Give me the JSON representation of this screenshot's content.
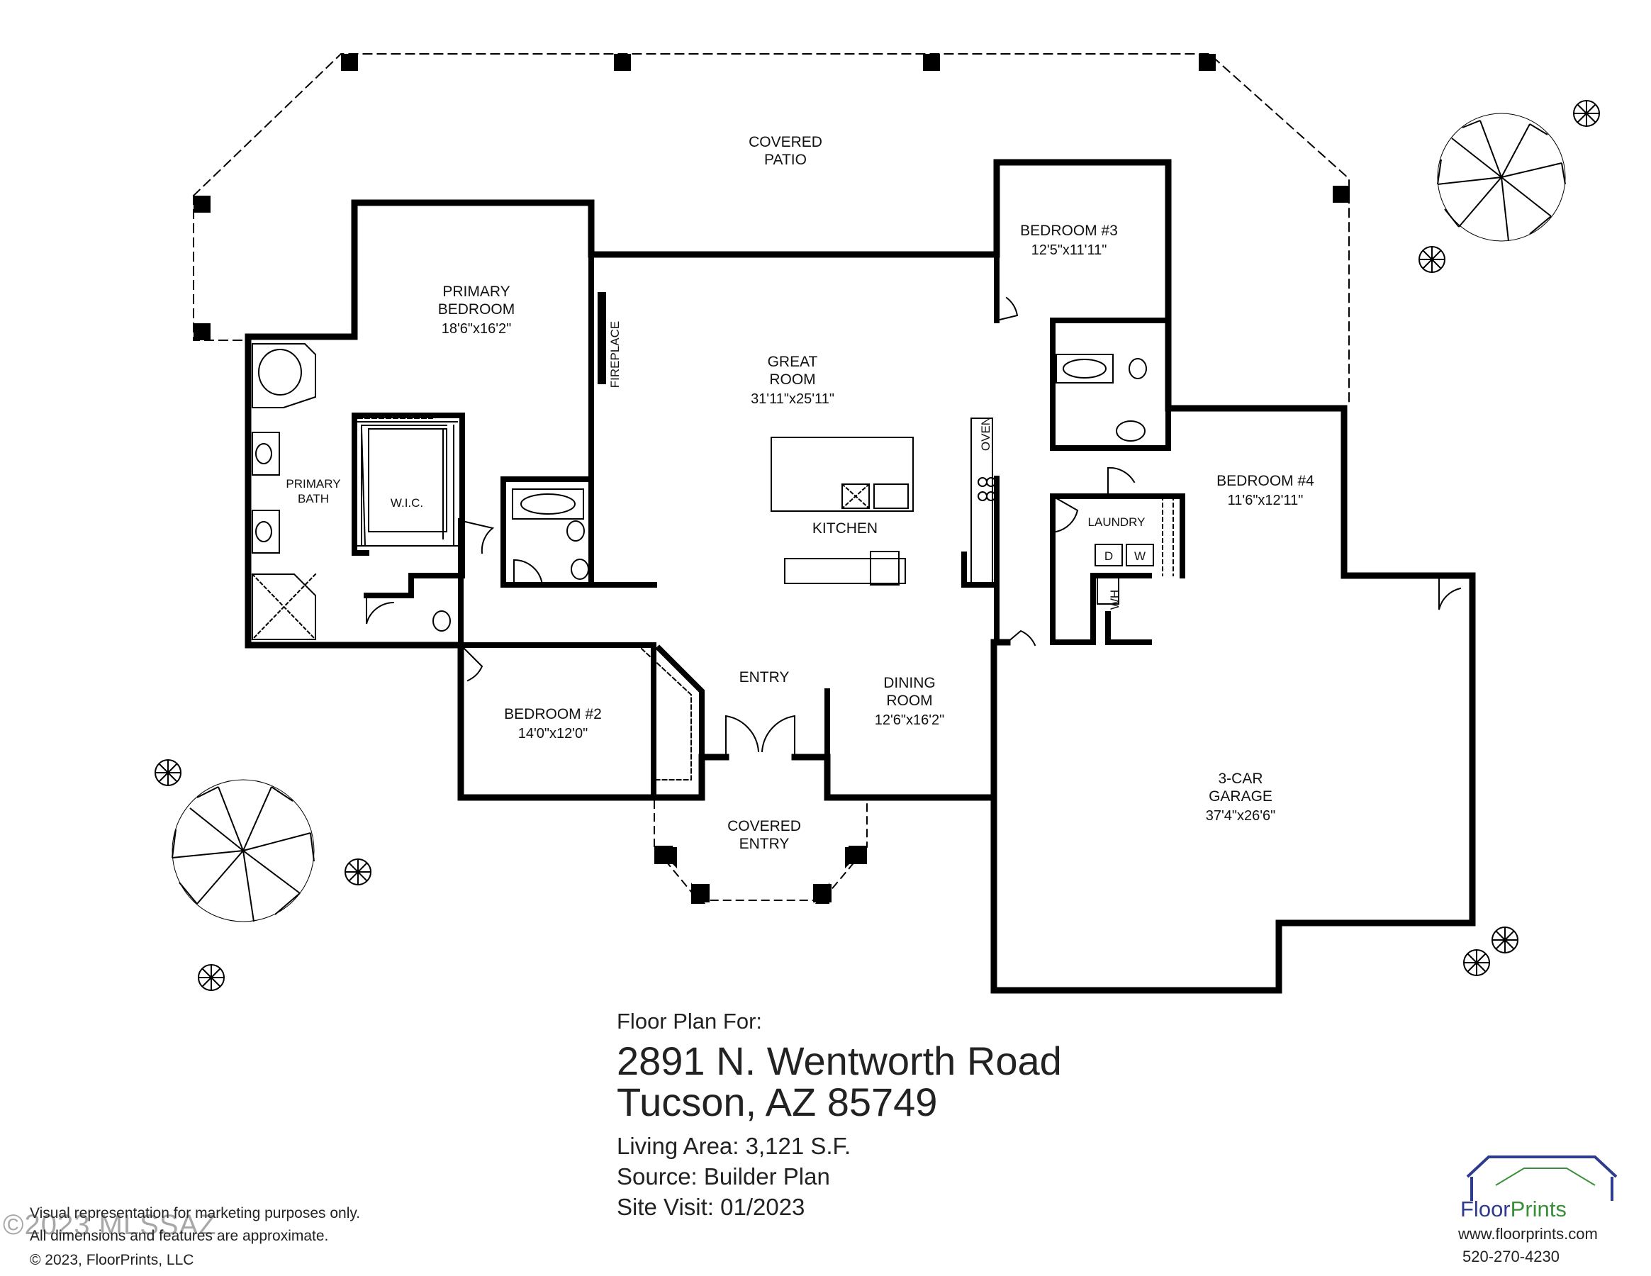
{
  "rooms": {
    "covered_patio": [
      "COVERED",
      "PATIO"
    ],
    "primary_bedroom": {
      "lines": [
        "PRIMARY",
        "BEDROOM"
      ],
      "dim": "18'6\"x16'2\""
    },
    "fireplace": "FIREPLACE",
    "great_room": {
      "lines": [
        "GREAT",
        "ROOM"
      ],
      "dim": "31'11\"x25'11\""
    },
    "bedroom3": {
      "name": "BEDROOM #3",
      "dim": "12'5\"x11'11\""
    },
    "oven": "OVEN",
    "primary_bath": [
      "PRIMARY",
      "BATH"
    ],
    "wic": "W.I.C.",
    "kitchen": "KITCHEN",
    "bedroom4": {
      "name": "BEDROOM #4",
      "dim": "11'6\"x12'11\""
    },
    "laundry": "LAUNDRY",
    "dryer": "D",
    "washer": "W",
    "water_heater": "WH",
    "entry": "ENTRY",
    "dining_room": {
      "lines": [
        "DINING",
        "ROOM"
      ],
      "dim": "12'6\"x16'2\""
    },
    "bedroom2": {
      "name": "BEDROOM #2",
      "dim": "14'0\"x12'0\""
    },
    "garage": {
      "lines": [
        "3-CAR",
        "GARAGE"
      ],
      "dim": "37'4\"x26'6\""
    },
    "covered_entry": [
      "COVERED",
      "ENTRY"
    ]
  },
  "info": {
    "heading": "Floor Plan For:",
    "address1": "2891 N. Wentworth Road",
    "address2": "Tucson, AZ  85749",
    "living_area": "Living Area:  3,121 S.F.",
    "source": "Source:  Builder Plan",
    "site_visit": "Site Visit:  01/2023"
  },
  "disclaimer": {
    "line1": "Visual representation for marketing purposes only.",
    "line2": "All dimensions and features are approximate.",
    "copyright": "© 2023, FloorPrints, LLC"
  },
  "watermark": "©2023 MLSSAZ",
  "logo": {
    "word_floor": "Floor",
    "word_prints": "Prints",
    "website": "www.floorprints.com",
    "phone": "520-270-4230",
    "color_floor": "#2f3b8f",
    "color_prints": "#3a8f3a"
  }
}
